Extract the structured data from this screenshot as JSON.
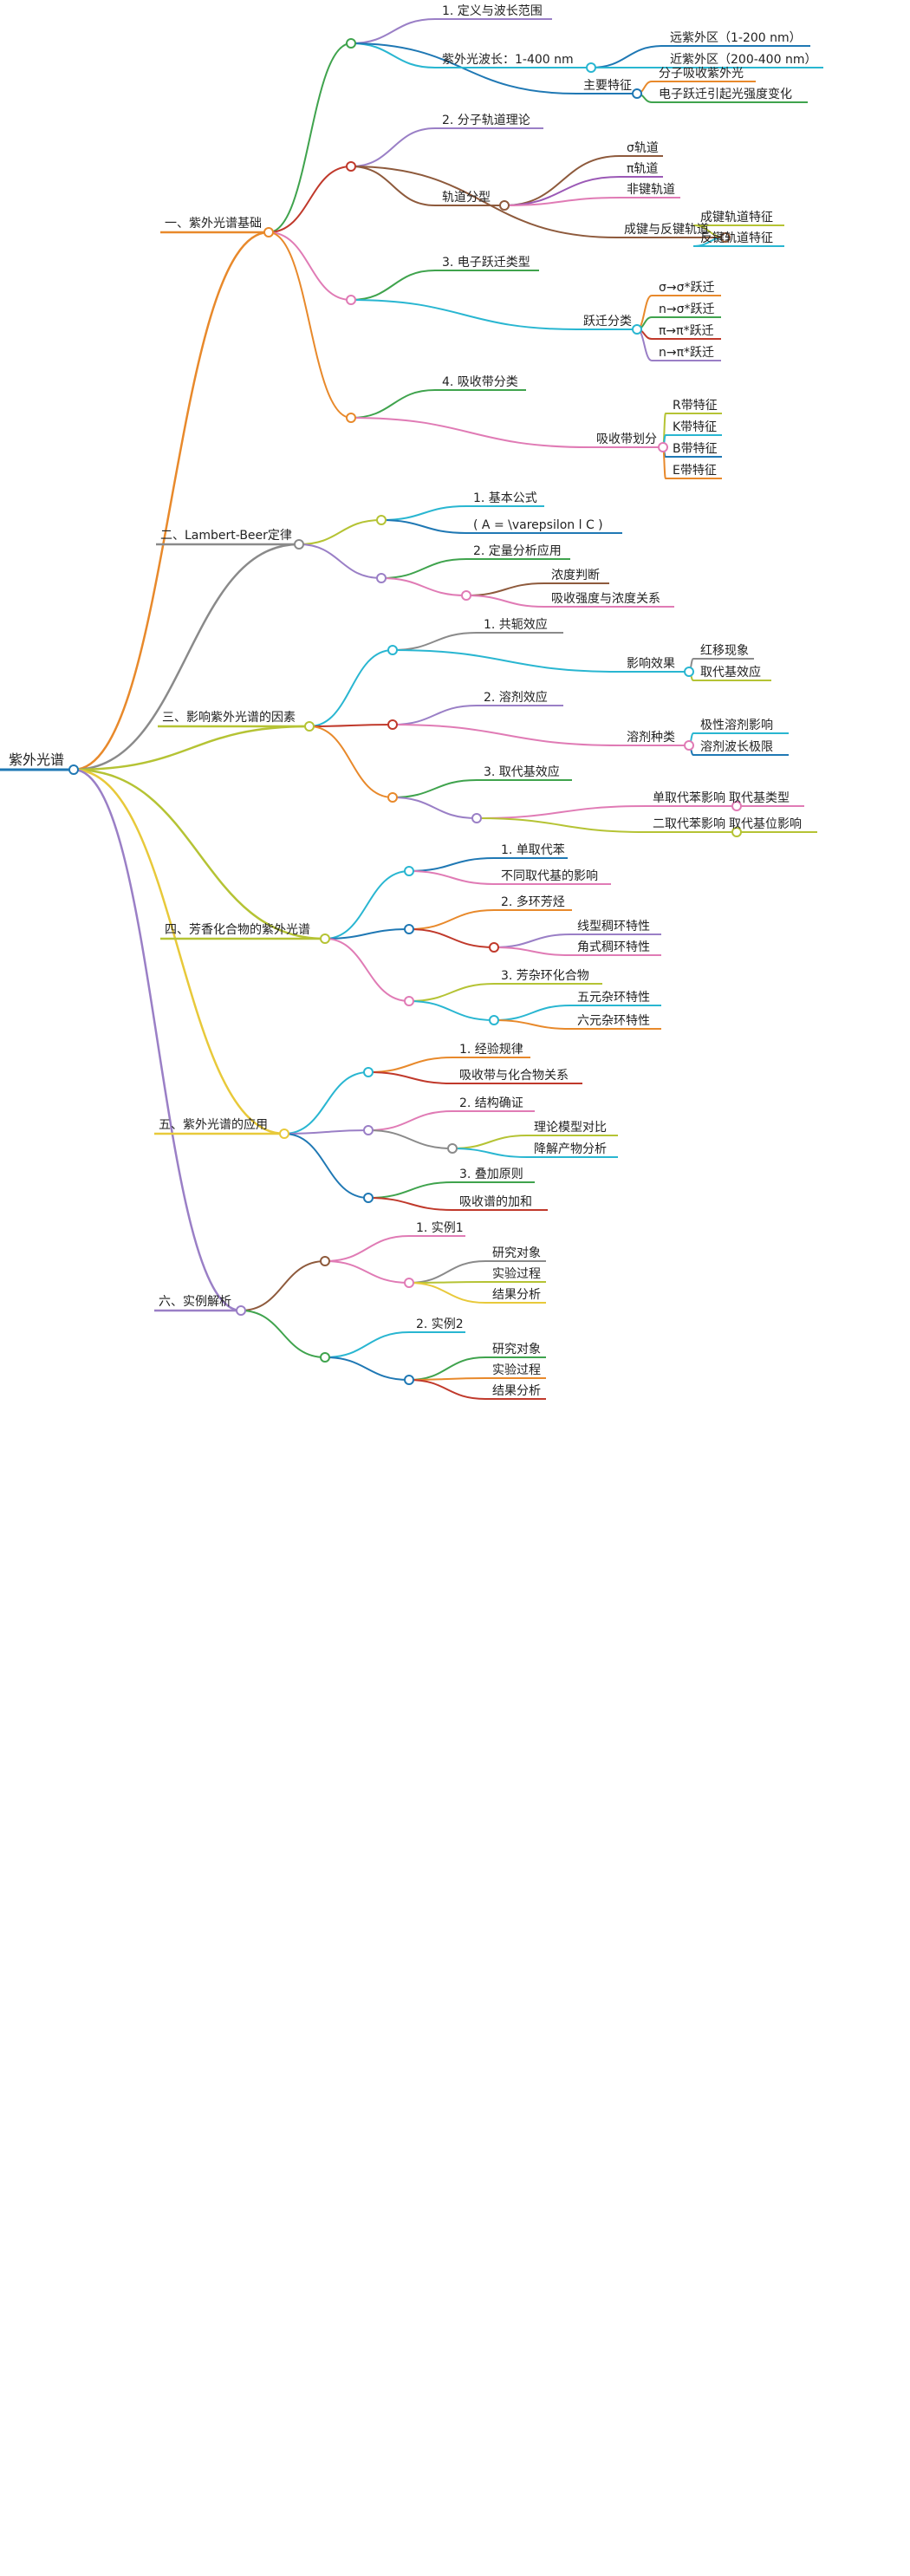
{
  "mindmap": {
    "root": "紫外光谱",
    "sections": [
      {
        "id": "s1",
        "label": "一、紫外光谱基础",
        "color": "#e8892b",
        "children": [
          {
            "id": "s1a",
            "color": "#3fa34d",
            "children": [
              {
                "id": "s1a1",
                "label": "1. 定义与波长范围",
                "color": "#9a7fc6"
              },
              {
                "id": "s1a2",
                "label": "紫外光波长：1-400 nm",
                "color": "#29b6d1",
                "children": [
                  {
                    "id": "s1a2a",
                    "label": "远紫外区（1-200 nm）",
                    "color": "#1f78b4"
                  },
                  {
                    "id": "s1a2b",
                    "label": "近紫外区（200-400 nm）",
                    "color": "#29b6d1"
                  }
                ]
              },
              {
                "id": "s1a3",
                "label": "主要特征",
                "color": "#1f78b4",
                "children": [
                  {
                    "id": "s1a3a",
                    "label": "分子吸收紫外光",
                    "color": "#e8892b"
                  },
                  {
                    "id": "s1a3b",
                    "label": "电子跃迁引起光强度变化",
                    "color": "#3fa34d"
                  }
                ]
              }
            ]
          },
          {
            "id": "s1b",
            "color": "#c0392b",
            "children": [
              {
                "id": "s1b1",
                "label": "2. 分子轨道理论",
                "color": "#9a7fc6"
              },
              {
                "id": "s1b2",
                "label": "轨道分型",
                "color": "#8e5a3c",
                "children": [
                  {
                    "id": "s1b2a",
                    "label": "σ轨道",
                    "color": "#8e5a3c"
                  },
                  {
                    "id": "s1b2b",
                    "label": "π轨道",
                    "color": "#9b59b6"
                  },
                  {
                    "id": "s1b2c",
                    "label": "非键轨道",
                    "color": "#e07bb5"
                  }
                ]
              },
              {
                "id": "s1b3",
                "label": "成键与反键轨道",
                "color": "#8e5a3c",
                "children": [
                  {
                    "id": "s1b3a",
                    "label": "成键轨道特征",
                    "color": "#b5c334"
                  },
                  {
                    "id": "s1b3b",
                    "label": "反键轨道特征",
                    "color": "#29b6d1"
                  }
                ]
              }
            ]
          },
          {
            "id": "s1c",
            "color": "#e07bb5",
            "children": [
              {
                "id": "s1c1",
                "label": "3. 电子跃迁类型",
                "color": "#3fa34d"
              },
              {
                "id": "s1c2",
                "label": "跃迁分类",
                "color": "#29b6d1",
                "children": [
                  {
                    "id": "s1c2a",
                    "label": "σ→σ*跃迁",
                    "color": "#e8892b"
                  },
                  {
                    "id": "s1c2b",
                    "label": "n→σ*跃迁",
                    "color": "#3fa34d"
                  },
                  {
                    "id": "s1c2c",
                    "label": "π→π*跃迁",
                    "color": "#c0392b"
                  },
                  {
                    "id": "s1c2d",
                    "label": "n→π*跃迁",
                    "color": "#9a7fc6"
                  }
                ]
              }
            ]
          },
          {
            "id": "s1d",
            "color": "#e8892b",
            "children": [
              {
                "id": "s1d1",
                "label": "4. 吸收带分类",
                "color": "#3fa34d"
              },
              {
                "id": "s1d2",
                "label": "吸收带划分",
                "color": "#e07bb5",
                "children": [
                  {
                    "id": "s1d2a",
                    "label": "R带特征",
                    "color": "#b5c334"
                  },
                  {
                    "id": "s1d2b",
                    "label": "K带特征",
                    "color": "#29b6d1"
                  },
                  {
                    "id": "s1d2c",
                    "label": "B带特征",
                    "color": "#1f78b4"
                  },
                  {
                    "id": "s1d2d",
                    "label": "E带特征",
                    "color": "#e8892b"
                  }
                ]
              }
            ]
          }
        ]
      },
      {
        "id": "s2",
        "label": "二、Lambert-Beer定律",
        "color": "#8a8a8a",
        "children": [
          {
            "id": "s2a",
            "color": "#b5c334",
            "children": [
              {
                "id": "s2a1",
                "label": "1. 基本公式",
                "color": "#29b6d1"
              },
              {
                "id": "s2a2",
                "label": "( A = \\varepsilon l C )",
                "color": "#1f78b4"
              }
            ]
          },
          {
            "id": "s2b",
            "color": "#9a7fc6",
            "children": [
              {
                "id": "s2b1",
                "label": "2. 定量分析应用",
                "color": "#3fa34d"
              },
              {
                "id": "s2b2",
                "color": "#e07bb5",
                "children": [
                  {
                    "id": "s2b2a",
                    "label": "浓度判断",
                    "color": "#8e5a3c"
                  },
                  {
                    "id": "s2b2b",
                    "label": "吸收强度与浓度关系",
                    "color": "#e07bb5"
                  }
                ]
              }
            ]
          }
        ]
      },
      {
        "id": "s3",
        "label": "三、影响紫外光谱的因素",
        "color": "#b5c334",
        "children": [
          {
            "id": "s3a",
            "color": "#29b6d1",
            "children": [
              {
                "id": "s3a1",
                "label": "1. 共轭效应",
                "color": "#8a8a8a"
              },
              {
                "id": "s3a2",
                "label": "影响效果",
                "color": "#29b6d1",
                "children": [
                  {
                    "id": "s3a2a",
                    "label": "红移现象",
                    "color": "#8a8a8a"
                  },
                  {
                    "id": "s3a2b",
                    "label": "取代基效应",
                    "color": "#b5c334"
                  }
                ]
              }
            ]
          },
          {
            "id": "s3b",
            "color": "#c0392b",
            "children": [
              {
                "id": "s3b1",
                "label": "2. 溶剂效应",
                "color": "#9a7fc6"
              },
              {
                "id": "s3b2",
                "label": "溶剂种类",
                "color": "#e07bb5",
                "children": [
                  {
                    "id": "s3b2a",
                    "label": "极性溶剂影响",
                    "color": "#29b6d1"
                  },
                  {
                    "id": "s3b2b",
                    "label": "溶剂波长极限",
                    "color": "#1f78b4"
                  }
                ]
              }
            ]
          },
          {
            "id": "s3c",
            "color": "#e8892b",
            "children": [
              {
                "id": "s3c1",
                "label": "3. 取代基效应",
                "color": "#3fa34d"
              },
              {
                "id": "s3c2",
                "color": "#9a7fc6",
                "children": [
                  {
                    "id": "s3c2a",
                    "label": "单取代苯影响",
                    "color": "#e07bb5",
                    "children": [
                      {
                        "id": "s3c2a1",
                        "label": "取代基类型",
                        "color": "#e07bb5"
                      }
                    ]
                  },
                  {
                    "id": "s3c2b",
                    "label": "二取代苯影响",
                    "color": "#b5c334",
                    "children": [
                      {
                        "id": "s3c2b1",
                        "label": "取代基位影响",
                        "color": "#b5c334"
                      }
                    ]
                  }
                ]
              }
            ]
          }
        ]
      },
      {
        "id": "s4",
        "label": "四、芳香化合物的紫外光谱",
        "color": "#b5c334",
        "children": [
          {
            "id": "s4a",
            "color": "#29b6d1",
            "children": [
              {
                "id": "s4a1",
                "label": "1. 单取代苯",
                "color": "#1f78b4"
              },
              {
                "id": "s4a2",
                "label": "不同取代基的影响",
                "color": "#e07bb5"
              }
            ]
          },
          {
            "id": "s4b",
            "color": "#1f78b4",
            "children": [
              {
                "id": "s4b1",
                "label": "2. 多环芳烃",
                "color": "#e8892b"
              },
              {
                "id": "s4b2",
                "color": "#c0392b",
                "children": [
                  {
                    "id": "s4b2a",
                    "label": "线型稠环特性",
                    "color": "#9a7fc6"
                  },
                  {
                    "id": "s4b2b",
                    "label": "角式稠环特性",
                    "color": "#e07bb5"
                  }
                ]
              }
            ]
          },
          {
            "id": "s4c",
            "color": "#e07bb5",
            "children": [
              {
                "id": "s4c1",
                "label": "3. 芳杂环化合物",
                "color": "#b5c334"
              },
              {
                "id": "s4c2",
                "color": "#29b6d1",
                "children": [
                  {
                    "id": "s4c2a",
                    "label": "五元杂环特性",
                    "color": "#29b6d1"
                  },
                  {
                    "id": "s4c2b",
                    "label": "六元杂环特性",
                    "color": "#e8892b"
                  }
                ]
              }
            ]
          }
        ]
      },
      {
        "id": "s5",
        "label": "五、紫外光谱的应用",
        "color": "#e8c93a",
        "children": [
          {
            "id": "s5a",
            "color": "#29b6d1",
            "children": [
              {
                "id": "s5a1",
                "label": "1. 经验规律",
                "color": "#e8892b"
              },
              {
                "id": "s5a2",
                "label": "吸收带与化合物关系",
                "color": "#c0392b"
              }
            ]
          },
          {
            "id": "s5b",
            "color": "#9a7fc6",
            "children": [
              {
                "id": "s5b1",
                "label": "2. 结构确证",
                "color": "#e07bb5"
              },
              {
                "id": "s5b2",
                "color": "#8a8a8a",
                "children": [
                  {
                    "id": "s5b2a",
                    "label": "理论模型对比",
                    "color": "#b5c334"
                  },
                  {
                    "id": "s5b2b",
                    "label": "降解产物分析",
                    "color": "#29b6d1"
                  }
                ]
              }
            ]
          },
          {
            "id": "s5c",
            "color": "#1f78b4",
            "children": [
              {
                "id": "s5c1",
                "label": "3. 叠加原则",
                "color": "#3fa34d"
              },
              {
                "id": "s5c2",
                "label": "吸收谱的加和",
                "color": "#c0392b"
              }
            ]
          }
        ]
      },
      {
        "id": "s6",
        "label": "六、实例解析",
        "color": "#9a7fc6",
        "children": [
          {
            "id": "s6a",
            "color": "#8e5a3c",
            "children": [
              {
                "id": "s6a1",
                "label": "1. 实例1",
                "color": "#e07bb5"
              },
              {
                "id": "s6a2",
                "color": "#e07bb5",
                "children": [
                  {
                    "id": "s6a2a",
                    "label": "研究对象",
                    "color": "#8a8a8a"
                  },
                  {
                    "id": "s6a2b",
                    "label": "实验过程",
                    "color": "#b5c334"
                  },
                  {
                    "id": "s6a2c",
                    "label": "结果分析",
                    "color": "#e8c93a"
                  }
                ]
              }
            ]
          },
          {
            "id": "s6b",
            "color": "#3fa34d",
            "children": [
              {
                "id": "s6b1",
                "label": "2. 实例2",
                "color": "#29b6d1"
              },
              {
                "id": "s6b2",
                "color": "#1f78b4",
                "children": [
                  {
                    "id": "s6b2a",
                    "label": "研究对象",
                    "color": "#3fa34d"
                  },
                  {
                    "id": "s6b2b",
                    "label": "实验过程",
                    "color": "#e8892b"
                  },
                  {
                    "id": "s6b2c",
                    "label": "结果分析",
                    "color": "#c0392b"
                  }
                ]
              }
            ]
          }
        ]
      }
    ]
  }
}
